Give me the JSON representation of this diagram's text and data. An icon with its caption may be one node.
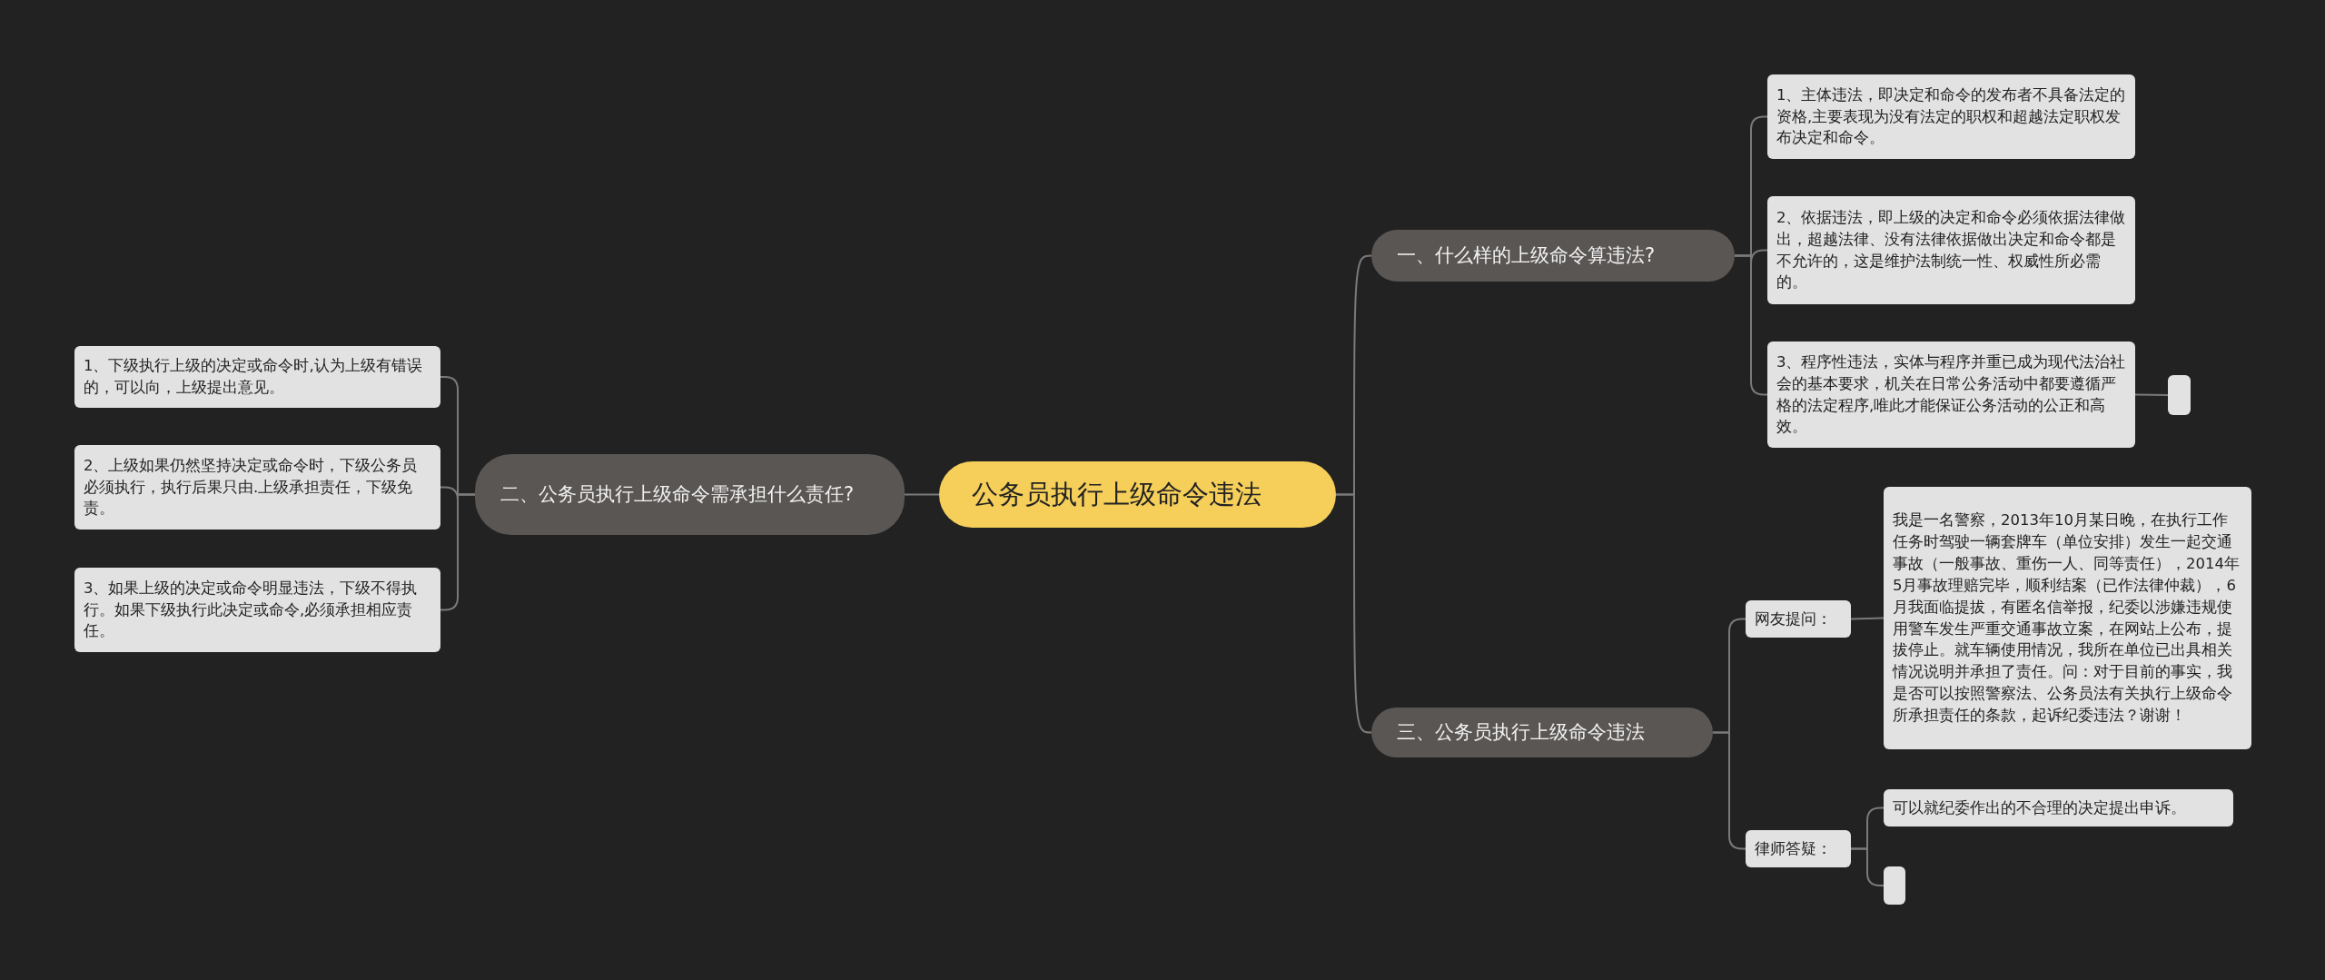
{
  "diagram": {
    "nodes": [
      {
        "text": [
          "公务员执行上级命令违法"
        ]
      },
      {
        "text": [
          "一、什么样的上级命令算违法?"
        ]
      },
      {
        "text": [
          "1、主体违法，即决定和命令的发布者不具备法定的资格,主要表现为没有法定的职权和超越法定职权发布决定和命令。"
        ]
      },
      {
        "text": [
          "2、依据违法，即上级的决定和命令必须依据法律做出，超越法律、没有法律依据做出决定和命令都是不允许的，这是维护法制统一性、权威性所必需的。"
        ]
      },
      {
        "text": [
          "3、程序性违法，实体与程序并重已成为现代法治社会的基本要求，机关在日常公务活动中都要遵循严格的法定程序,唯此才能保证公务活动的公正和高效。"
        ]
      },
      {
        "text": [],
        "shape": "box"
      },
      {
        "text": [
          "二、公务员执行上级命令需承担什么责任?"
        ]
      },
      {
        "text": [
          "1、下级执行上级的决定或命令时,认为上级有错误的，可以向，上级提出意见。"
        ]
      },
      {
        "text": [
          "2、上级如果仍然坚持决定或命令时，下级公务员必须执行，执行后果只由.上级承担责任，下级免责。"
        ]
      },
      {
        "text": [
          "3、如果上级的决定或命令明显违法，下级不得执行。如果下级执行此决定或命令,必须承担相应责任。"
        ]
      },
      {
        "text": [
          "三、公务员执行上级命令违法"
        ]
      },
      {
        "text": [
          "网友提问："
        ]
      },
      {
        "text": [
          "我是一名警察，2013年10月某日晚，在执行工作任务时驾驶一辆套牌车（单位安排）发生一起交通事故（一般事故、重伤一人、同等责任），2014年5月事故理赔完毕，顺利结案（已作法律仲裁），6月我面临提拔，有匿名信举报，纪委以涉嫌违规使用警车发生严重交通事故立案，在网站上公布，提拔停止。就车辆使用情况，我所在单位已出具相关情况说明并承担了责任。问：对于目前的事实，我是否可以按照警察法、公务员法有关执行上级命令所承担责任的条款，起诉纪委违法？谢谢！"
        ]
      },
      {
        "text": [
          "律师答疑："
        ]
      },
      {
        "text": [
          "可以就纪委作出的不合理的决定提出申诉。"
        ]
      },
      {
        "text": [],
        "shape": "box"
      }
    ],
    "edges": [
      {
        "from": 0,
        "to": 1,
        "arrow": "none"
      },
      {
        "from": 1,
        "to": 2,
        "arrow": "none"
      },
      {
        "from": 1,
        "to": 3,
        "arrow": "none"
      },
      {
        "from": 1,
        "to": 4,
        "arrow": "none"
      },
      {
        "from": 4,
        "to": 5,
        "arrow": "none"
      },
      {
        "from": 0,
        "to": 6,
        "arrow": "none"
      },
      {
        "from": 6,
        "to": 7,
        "arrow": "none"
      },
      {
        "from": 6,
        "to": 8,
        "arrow": "none"
      },
      {
        "from": 6,
        "to": 9,
        "arrow": "none"
      },
      {
        "from": 0,
        "to": 10,
        "arrow": "none"
      },
      {
        "from": 10,
        "to": 11,
        "arrow": "none"
      },
      {
        "from": 10,
        "to": 13,
        "arrow": "none"
      },
      {
        "from": 11,
        "to": 12,
        "arrow": "none"
      },
      {
        "from": 13,
        "to": 14,
        "arrow": "none"
      },
      {
        "from": 13,
        "to": 15,
        "arrow": "none"
      }
    ]
  }
}
